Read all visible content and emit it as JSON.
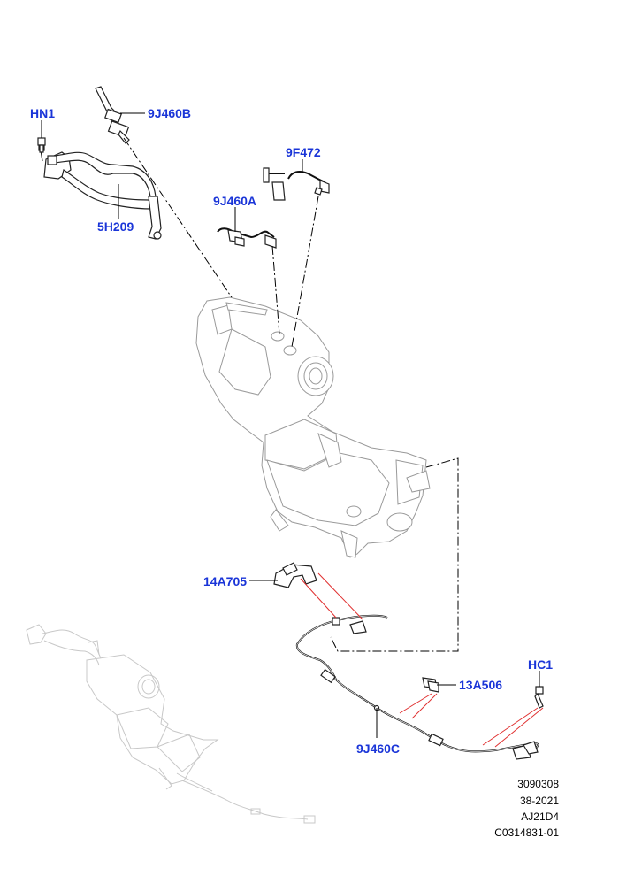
{
  "callouts": {
    "hn1": "HN1",
    "j460b": "9J460B",
    "h209": "5H209",
    "f472": "9F472",
    "j460a": "9J460A",
    "a705": "14A705",
    "hc1": "HC1",
    "a506": "13A506",
    "j460c": "9J460C"
  },
  "reference": {
    "line1": "3090308",
    "line2": "38-2021",
    "line3": "AJ21D4",
    "line4": "C0314831-01"
  },
  "colors": {
    "callout": "#1a35d8",
    "leader_red": "#e03030",
    "ghost_outline": "#9a9a9a"
  }
}
